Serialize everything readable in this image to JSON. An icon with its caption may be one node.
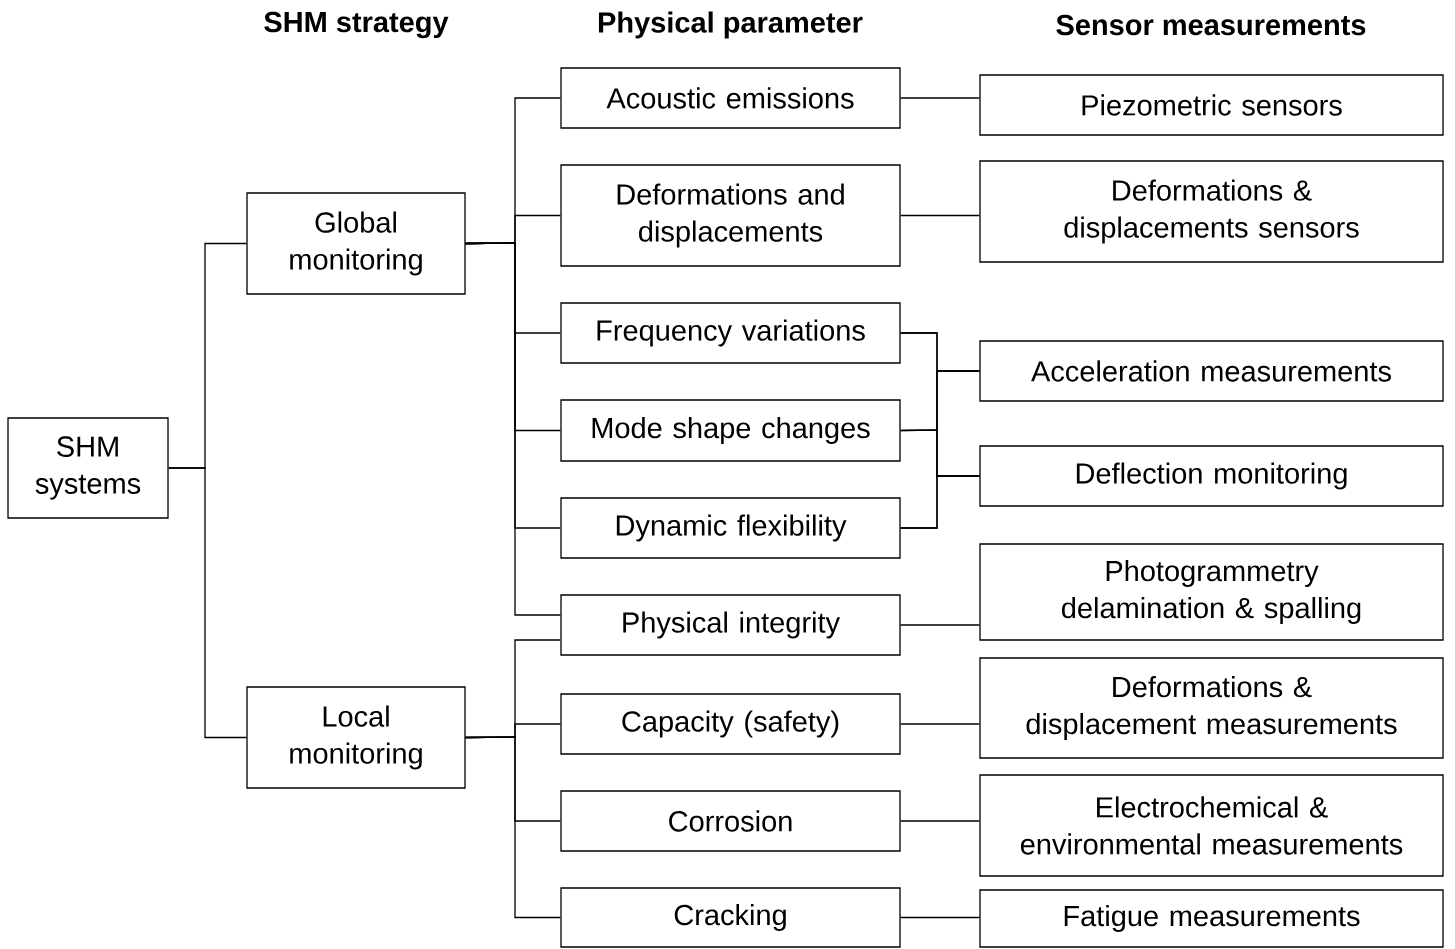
{
  "diagram": {
    "nodes": [
      {
        "text": [
          "SHM systems"
        ]
      },
      {
        "text": [
          "Global monitoring"
        ]
      },
      {
        "text": [
          "Local monitoring"
        ]
      },
      {
        "text": [
          "Acoustic emissions"
        ]
      },
      {
        "text": [
          "Deformations and displacements"
        ]
      },
      {
        "text": [
          "Frequency variations"
        ]
      },
      {
        "text": [
          "Mode shape changes"
        ]
      },
      {
        "text": [
          "Dynamic flexibility"
        ]
      },
      {
        "text": [
          "Physical integrity"
        ]
      },
      {
        "text": [
          "Capacity (safety)"
        ]
      },
      {
        "text": [
          "Corrosion"
        ]
      },
      {
        "text": [
          "Cracking"
        ]
      },
      {
        "text": [
          "Piezometric sensors"
        ]
      },
      {
        "text": [
          "Deformations & displacements sensors"
        ]
      },
      {
        "text": [
          "Acceleration measurements"
        ]
      },
      {
        "text": [
          "Deflection monitoring"
        ]
      },
      {
        "text": [
          "Photogrammetry delamination & spalling"
        ]
      },
      {
        "text": [
          "Deformations & displacement measurements"
        ]
      },
      {
        "text": [
          "Electrochemical & environmental measurements"
        ]
      },
      {
        "text": [
          "Fatigue measurements"
        ]
      }
    ],
    "edges": [
      {
        "from": 0,
        "to": 1,
        "arrow": "none"
      },
      {
        "from": 0,
        "to": 2,
        "arrow": "none"
      },
      {
        "from": 1,
        "to": 3,
        "arrow": "none"
      },
      {
        "from": 1,
        "to": 4,
        "arrow": "none"
      },
      {
        "from": 1,
        "to": 5,
        "arrow": "none"
      },
      {
        "from": 1,
        "to": 6,
        "arrow": "none"
      },
      {
        "from": 1,
        "to": 7,
        "arrow": "none"
      },
      {
        "from": 1,
        "to": 8,
        "arrow": "none"
      },
      {
        "from": 2,
        "to": 8,
        "arrow": "none"
      },
      {
        "from": 2,
        "to": 9,
        "arrow": "none"
      },
      {
        "from": 2,
        "to": 10,
        "arrow": "none"
      },
      {
        "from": 2,
        "to": 11,
        "arrow": "none"
      },
      {
        "from": 3,
        "to": 12,
        "arrow": "none"
      },
      {
        "from": 4,
        "to": 13,
        "arrow": "none"
      },
      {
        "from": 5,
        "to": 14,
        "arrow": "none"
      },
      {
        "from": 5,
        "to": 15,
        "arrow": "none"
      },
      {
        "from": 6,
        "to": 14,
        "arrow": "none"
      },
      {
        "from": 6,
        "to": 15,
        "arrow": "none"
      },
      {
        "from": 7,
        "to": 14,
        "arrow": "none"
      },
      {
        "from": 7,
        "to": 15,
        "arrow": "none"
      },
      {
        "from": 8,
        "to": 16,
        "arrow": "none"
      },
      {
        "from": 9,
        "to": 17,
        "arrow": "none"
      },
      {
        "from": 10,
        "to": 18,
        "arrow": "none"
      },
      {
        "from": 11,
        "to": 19,
        "arrow": "none"
      }
    ],
    "labels": [
      "SHM strategy",
      "Physical parameter",
      "Sensor measurements"
    ]
  }
}
